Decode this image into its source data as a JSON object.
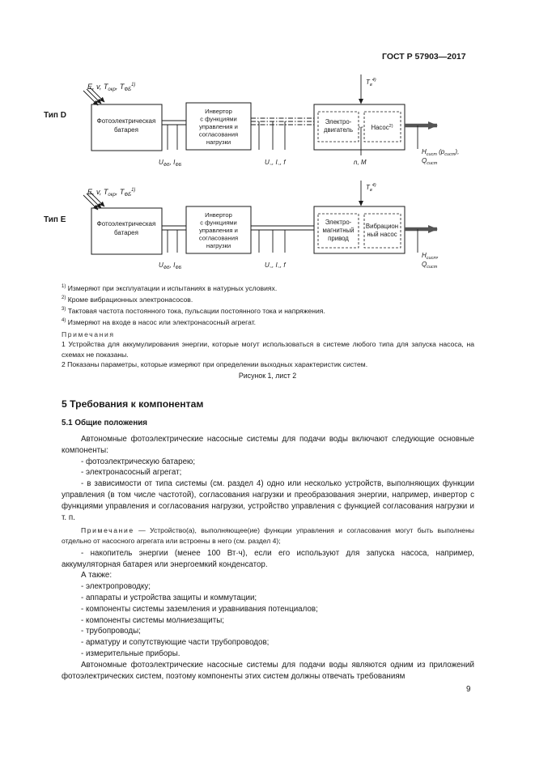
{
  "header": {
    "standard": "ГОСТ Р 57903—2017"
  },
  "diagram": {
    "type_d_label": "Тип D",
    "type_e_label": "Тип E",
    "pv_line1": "Фотоэлектрическая",
    "pv_line2": "батарея",
    "inverter_lines": [
      "Инвертор",
      "с функциями",
      "управления и",
      "согласования",
      "нагрузки"
    ],
    "motor_d_line1": "Электро-",
    "motor_d_line2": "двигатель",
    "pump_d_label": "Насос",
    "pump_d_sup": "2)",
    "drive_e_lines": [
      "Электро-",
      "магнитный",
      "привод"
    ],
    "pump_e_lines": [
      "Вибрацион",
      "ный насос"
    ],
    "input_E": "E",
    "input_v": ", v, T",
    "input_okr_sub": "окр",
    "input_T2": ", T",
    "input_fb_sub": "ФБ",
    "input_sup": "1)",
    "tv_T": "T",
    "tv_sub": "в",
    "tv_sup": "4)",
    "u_fb": "U",
    "u_fb_sub": "ФБ",
    "i_fb_sep": ", I",
    "i_fb_sub": "ФБ",
    "u_ac": "U",
    "u_ac_sub": "~",
    "i_ac_sep": ", I",
    "i_ac_sub": "~",
    "f_sep": ", f",
    "n_m": "n, M",
    "h_d": "H",
    "h_d_sub": "сист",
    "p_d": " (p",
    "p_d_sub": "сист",
    "p_d_end": "),",
    "h_e": "H",
    "h_e_sub": "сист",
    "h_e_end": ",",
    "q": "Q",
    "q_sub": "сист"
  },
  "footnotes": [
    {
      "mark": "1)",
      "text": "Измеряют при эксплуатации и испытаниях в натурных условиях."
    },
    {
      "mark": "2)",
      "text": "Кроме вибрационных электронасосов."
    },
    {
      "mark": "3)",
      "text": "Тактовая частота постоянного тока, пульсации постоянного тока и напряжения."
    },
    {
      "mark": "4)",
      "text": "Измеряют на входе в насос или электронасосный агрегат."
    }
  ],
  "notes": {
    "title": "Примечания",
    "items": [
      "1 Устройства для аккумулирования энергии, которые могут использоваться в системе любого типа для запуска насоса, на схемах не показаны.",
      "2 Показаны параметры, которые измеряют при определении выходных характеристик систем."
    ]
  },
  "caption": "Рисунок 1, лист 2",
  "section_title": "5 Требования к компонентам",
  "subsection_title": "5.1 Общие положения",
  "body": {
    "intro": "Автономные фотоэлектрические насосные системы для подачи воды включают следующие основные компоненты:",
    "components": [
      "- фотоэлектрическую батарею;",
      "- электронасосный агрегат;",
      "- в зависимости от типа системы (см. раздел 4) одно или несколько устройств, выполняющих функции управления (в том числе частотой), согласования нагрузки и преобразования энергии, например, инвертор с функциями управления и согласования нагрузки, устройство управления с функцией согласования нагрузки и т. п."
    ],
    "note_label": "Примечание",
    "note_text": " — Устройство(а), выполняющее(ие) функции управления и согласования могут быть выполнены отдельно от насосного агрегата или встроены в него (см. раздел 4);",
    "storage": "- накопитель энергии (менее 100 Вт·ч), если его используют для запуска насоса, например, аккумуляторная батарея или энергоемкий конденсатор.",
    "also": "А также:",
    "extras": [
      "- электропроводку;",
      "- аппараты и устройства защиты и коммутации;",
      "- компоненты системы заземления и уравнивания потенциалов;",
      "- компоненты системы молниезащиты;",
      "- трубопроводы;",
      "- арматуру и сопутствующие части трубопроводов;",
      "- измерительные приборы."
    ],
    "closing": "Автономные фотоэлектрические насосные системы для подачи воды являются одним из приложений фотоэлектрических систем, поэтому компоненты этих систем должны отвечать требованиям"
  },
  "page_number": "9"
}
